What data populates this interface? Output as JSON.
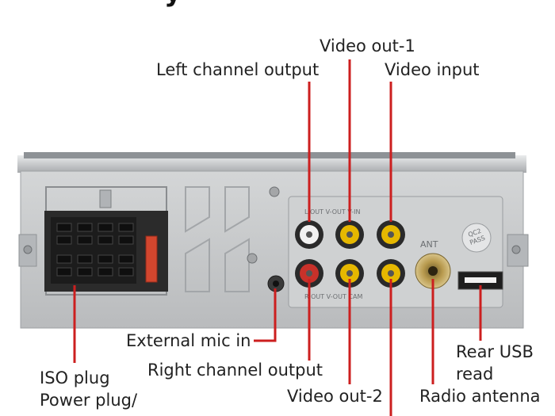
{
  "labels": {
    "video_out_1": "Video out-1",
    "left_channel_output": "Left channel output",
    "video_input": "Video input",
    "external_mic_in": "External mic in",
    "right_channel_output": "Right channel output",
    "iso_plug": "ISO plug\nPower plug/",
    "video_out_2": "Video out-2",
    "radio_antenna": "Radio antenna",
    "rear_usb": "Rear USB\nread"
  },
  "panel_print": {
    "top_row": "L OUT  V-OUT  V-IN",
    "bottom_row": "R OUT  V-OUT  CAM",
    "ant": "ANT",
    "qc": "QC2\nPASS"
  },
  "colors": {
    "leader_line": "#cc1f1f",
    "label_text": "#222222",
    "panel": "#c6c8c9",
    "rca_red": "#c8312a",
    "rca_yellow": "#e6b800",
    "rca_white": "#f2f2f2",
    "iso_connector": "#2b2b2b",
    "fuse": "#d2462e"
  }
}
